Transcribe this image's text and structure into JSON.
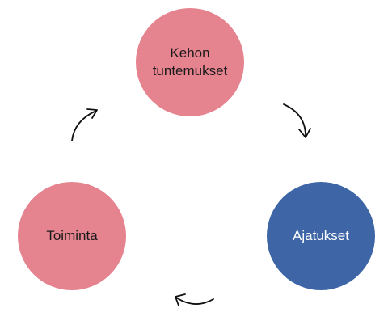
{
  "nodes": {
    "top": {
      "label": "Kehon\ntuntemukset",
      "color": "#e5838f"
    },
    "right": {
      "label": "Ajatukset",
      "color": "#3e66a7"
    },
    "left": {
      "label": "Toiminta",
      "color": "#e5838f"
    }
  },
  "arrow_color": "#111111"
}
